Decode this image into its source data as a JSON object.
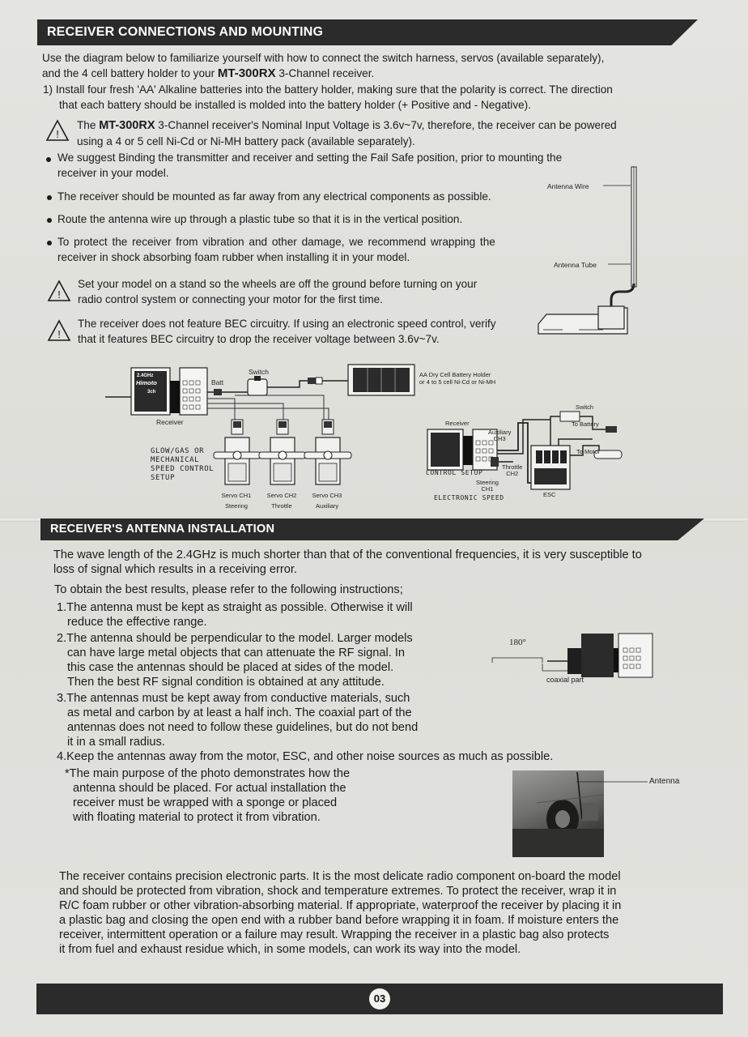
{
  "section1": {
    "title": "RECEIVER CONNECTIONS AND MOUNTING",
    "intro_line1": "Use the diagram below to familiarize yourself with how to connect the switch harness, servos (available separately),",
    "intro_line2_pre": "and the 4 cell battery holder to your ",
    "model": "MT-300RX",
    "intro_line2_post": " 3-Channel receiver.",
    "step1_line1": "1) Install four fresh 'AA' Alkaline batteries into the battery holder, making sure that the polarity is correct. The direction",
    "step1_line2": "that each battery should be installed is molded into the battery holder (+ Positive and - Negative).",
    "warn1_pre": "The ",
    "warn1_post": " 3-Channel receiver's Nominal Input Voltage is  3.6v~7v, therefore, the receiver can be powered",
    "warn1_line2": "using a 4 or 5 cell Ni-Cd or Ni-MH battery pack (available separately).",
    "bullet1_line1": "We suggest Binding the transmitter and receiver and setting the Fail Safe position, prior to mounting the",
    "bullet1_line2": "receiver in your model.",
    "bullet2": "The receiver should be mounted as far away from any electrical components as possible.",
    "bullet3": "Route the antenna wire up through a plastic tube so that it is in the vertical position.",
    "bullet4_line1": "To protect the receiver from vibration and other damage, we recommend wrapping the",
    "bullet4_line2": "receiver in shock absorbing foam rubber when installing it in your model.",
    "warn2_line1": "Set your model on a stand so the wheels are off the ground before turning on your",
    "warn2_line2": "radio control system or connecting your motor for the first time.",
    "warn3_line1": "The receiver does not feature BEC circuitry. If using an electronic speed control, verify",
    "warn3_line2": "that it features BEC circuitry to drop the receiver voltage between 3.6v~7v.",
    "antenna_wire_label": "Antenna Wire",
    "antenna_tube_label": "Antenna Tube"
  },
  "diagram_left": {
    "switch": "Switch",
    "batt": "Batt",
    "holder_line1": "AA Dry Cell Battery Holder",
    "holder_line2": "or 4 to 5 cell Ni-Cd or Ni-MH",
    "receiver": "Receiver",
    "setup_lines": [
      "GLOW/GAS OR",
      "MECHANICAL",
      "SPEED CONTROL",
      "SETUP"
    ],
    "servo_labels": [
      "Servo CH1",
      "Servo CH2",
      "Servo CH3"
    ],
    "servo_roles": [
      "Steering",
      "Throttle",
      "Auxiliary"
    ],
    "rx_brand": "Himoto",
    "rx_band": "2.4GHz",
    "rx_ch": "3ch"
  },
  "diagram_right": {
    "switch": "Switch",
    "to_battery": "To Battery",
    "to_motor": "To Motor",
    "receiver": "Receiver",
    "aux_line1": "Auxiliary",
    "aux_line2": "CH3",
    "throttle_line1": "Throttle",
    "throttle_line2": "CH2",
    "steering_line1": "Steering",
    "steering_line2": "CH1",
    "control_setup": "CONTROL SETUP",
    "electronic_speed": "ELECTRONIC SPEED",
    "esc": "ESC"
  },
  "section2": {
    "title": "RECEIVER'S ANTENNA INSTALLATION",
    "p1_line1": "The wave length of the 2.4GHz is much shorter than that of the conventional frequencies, it is very susceptible to",
    "p1_line2": "loss of signal which results in a receiving error.",
    "p2": "To obtain the best results, please refer to the following instructions;",
    "i1_line1": "1.The antenna must be kept as straight as possible. Otherwise it will",
    "i1_line2": "reduce the effective range.",
    "i2_line1": "2.The antenna should be perpendicular to the model. Larger models",
    "i2_line2": "can have large metal objects that can attenuate the RF signal. In",
    "i2_line3": "this case the antennas should be placed at sides of the model.",
    "i2_line4": "Then the best RF signal condition is obtained at any attitude.",
    "i3_line1": "3.The antennas must be kept away from conductive materials, such",
    "i3_line2": "as metal and carbon by at least a half inch. The coaxial part of the",
    "i3_line3": "antennas does not need to follow these guidelines, but do not bend",
    "i3_line4": "it in a small radius.",
    "i4": "4.Keep the antennas away from the motor, ESC, and other noise sources as much as possible.",
    "note_line1": "*The main purpose of the photo demonstrates how the",
    "note_line2": "antenna should be placed. For actual installation the",
    "note_line3": "receiver must be wrapped with a sponge or placed",
    "note_line4": "with floating material to protect it from vibration.",
    "angle_label": "180°",
    "coaxial_label": "coaxial part",
    "antenna_label": "Antenna",
    "closing": [
      "The receiver contains precision electronic parts. It is the most delicate radio component on-board the model",
      "and should be protected from vibration, shock and temperature extremes. To protect the receiver, wrap it in",
      "R/C foam rubber or other vibration-absorbing material. If appropriate, waterproof the receiver by placing it in",
      "a plastic bag and closing the open end with a rubber band before wrapping it in foam. If moisture enters the",
      "receiver, intermittent operation or a failure may result. Wrapping the receiver in a plastic bag also protects",
      "it from fuel and exhaust residue which, in some models, can work its way into the model."
    ]
  },
  "footer": {
    "page_number": "03"
  }
}
